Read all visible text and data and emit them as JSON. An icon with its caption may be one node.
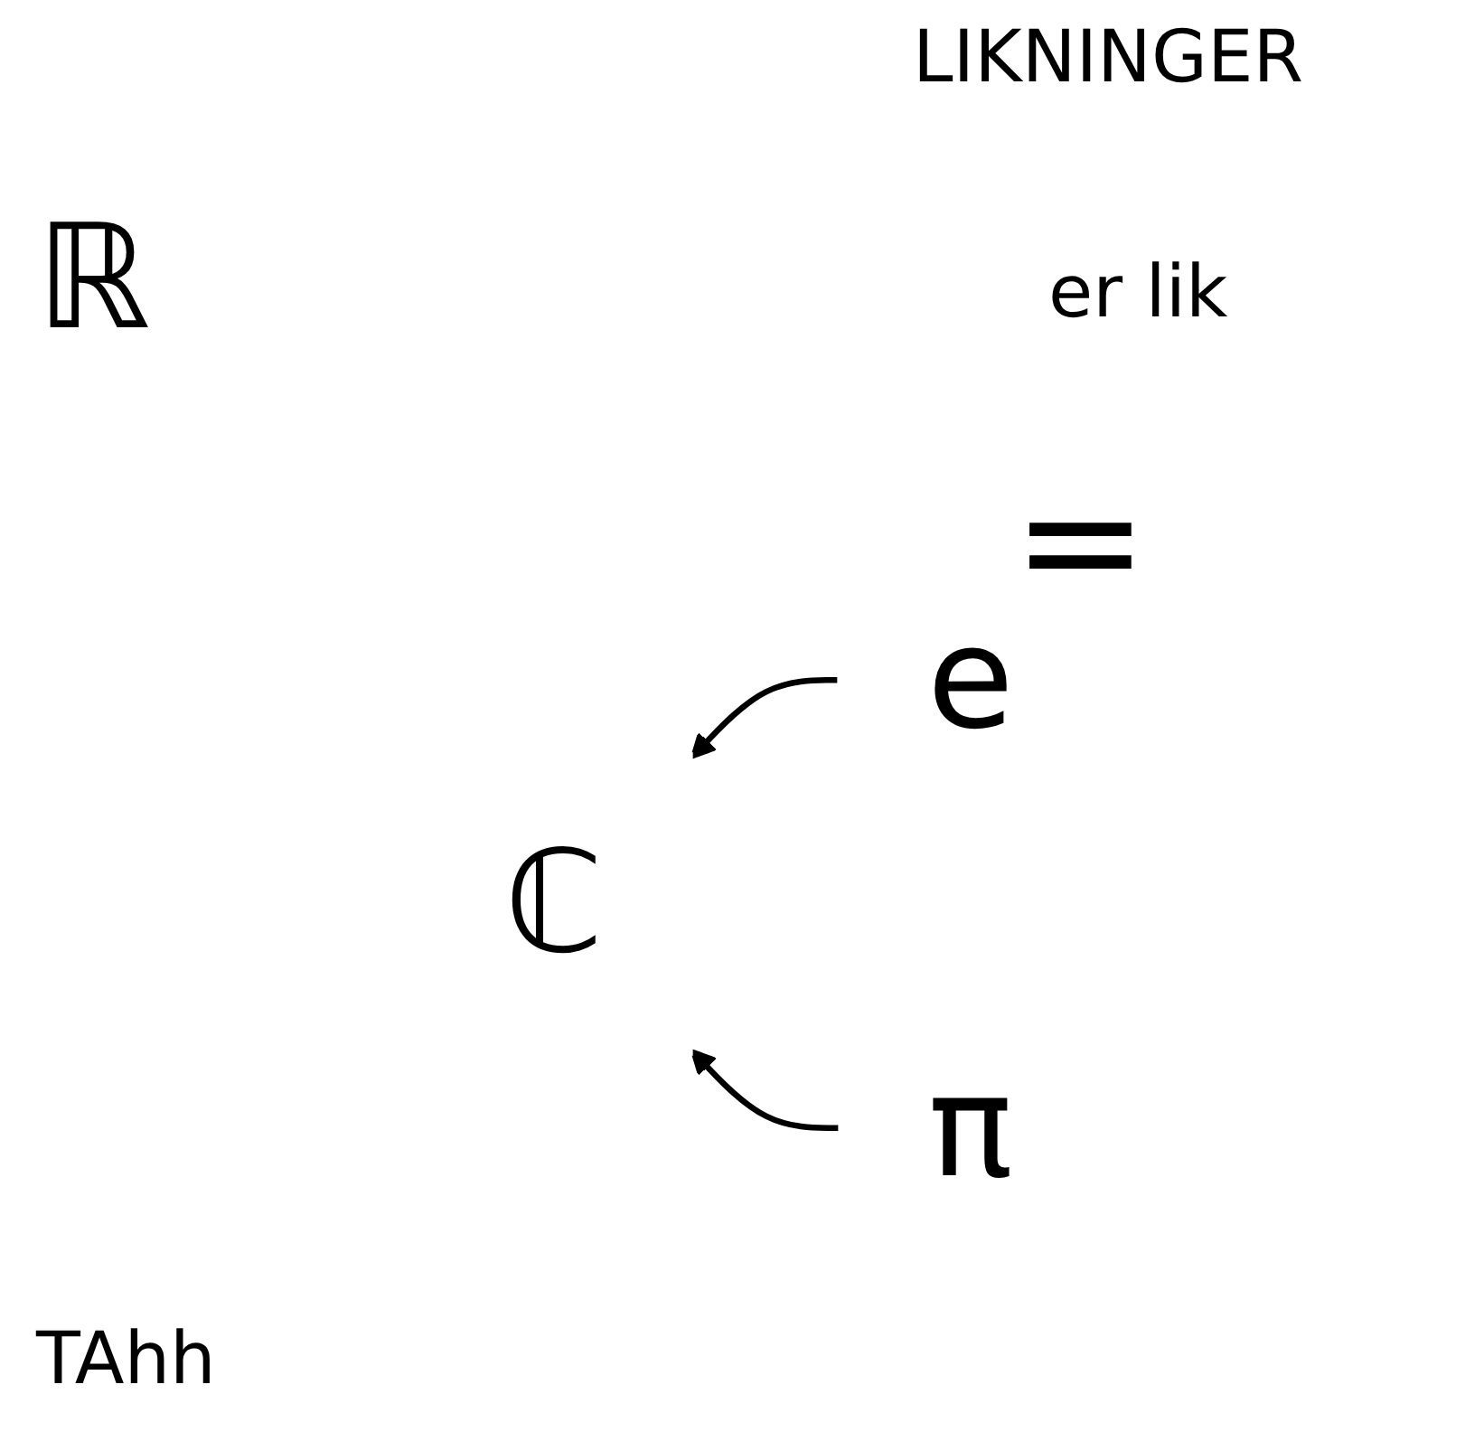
{
  "diagram": {
    "title": "LIKNINGER",
    "nodes": [
      {
        "text": [
          "ℂ"
        ]
      },
      {
        "text": [
          "e"
        ]
      },
      {
        "text": [
          "π"
        ]
      }
    ],
    "edges": [
      {
        "from": 1,
        "to": 0,
        "arrow": "to"
      },
      {
        "from": 2,
        "to": 0,
        "arrow": "to"
      }
    ],
    "labels": [
      "ℝ",
      "er lik",
      "=",
      "TAhh"
    ]
  }
}
